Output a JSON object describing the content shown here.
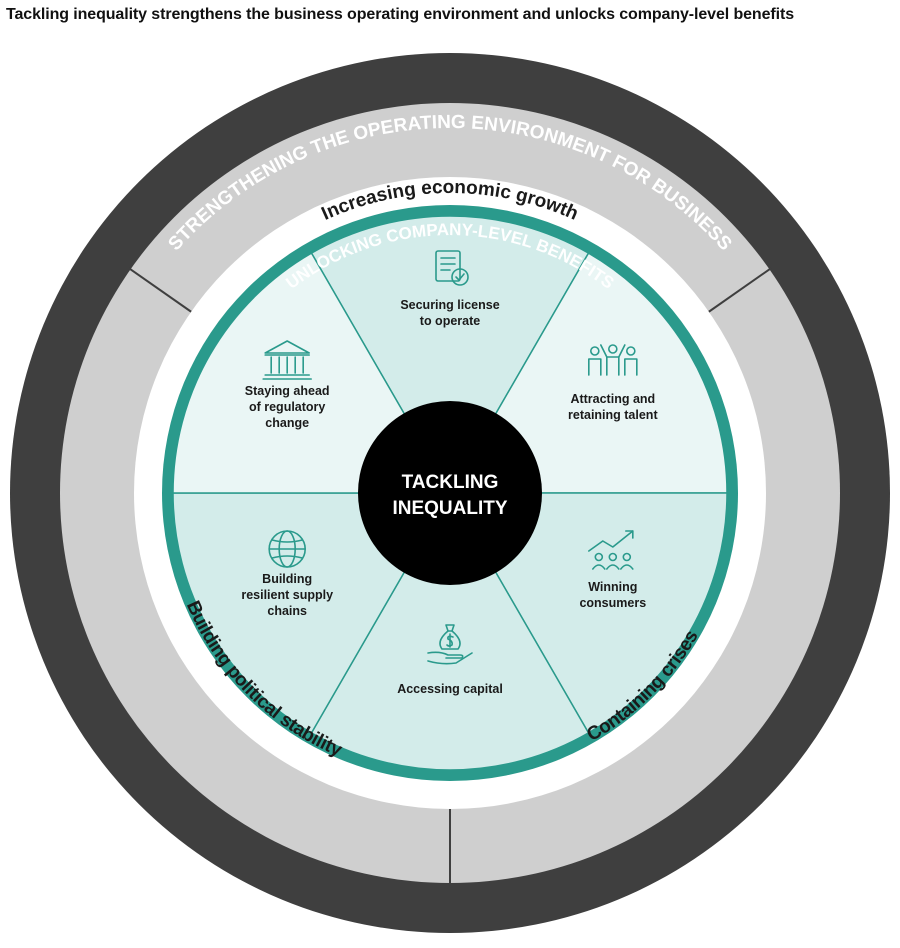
{
  "title": "Tackling inequality strengthens the business operating environment and unlocks company-level benefits",
  "colors": {
    "outer_ring": "#3f3f3f",
    "middle_ring": "#cfcfcf",
    "teal_ring": "#2a9a8c",
    "segment_light": "#eaf6f5",
    "segment_mid": "#d3ecea",
    "center": "#000000",
    "divider": "#3f3f3f"
  },
  "outer_ring": {
    "label": "STRENGTHENING THE OPERATING ENVIRONMENT FOR BUSINESS"
  },
  "middle_ring": {
    "labels": {
      "top": "Increasing economic growth",
      "left": "Building political stability",
      "right": "Containing crises"
    }
  },
  "teal_ring": {
    "label": "UNLOCKING COMPANY-LEVEL BENEFITS"
  },
  "center": {
    "line1": "TACKLING",
    "line2": "INEQUALITY"
  },
  "segments": [
    {
      "icon": "document-check-icon",
      "lines": [
        "Securing license",
        "to operate"
      ]
    },
    {
      "icon": "people-celebrating-icon",
      "lines": [
        "Attracting and",
        "retaining talent"
      ]
    },
    {
      "icon": "growth-chart-people-icon",
      "lines": [
        "Winning",
        "consumers"
      ]
    },
    {
      "icon": "money-bag-hand-icon",
      "lines": [
        "Accessing capital"
      ]
    },
    {
      "icon": "globe-icon",
      "lines": [
        "Building",
        "resilient supply",
        "chains"
      ]
    },
    {
      "icon": "government-building-icon",
      "lines": [
        "Staying ahead",
        "of regulatory",
        "change"
      ]
    }
  ]
}
